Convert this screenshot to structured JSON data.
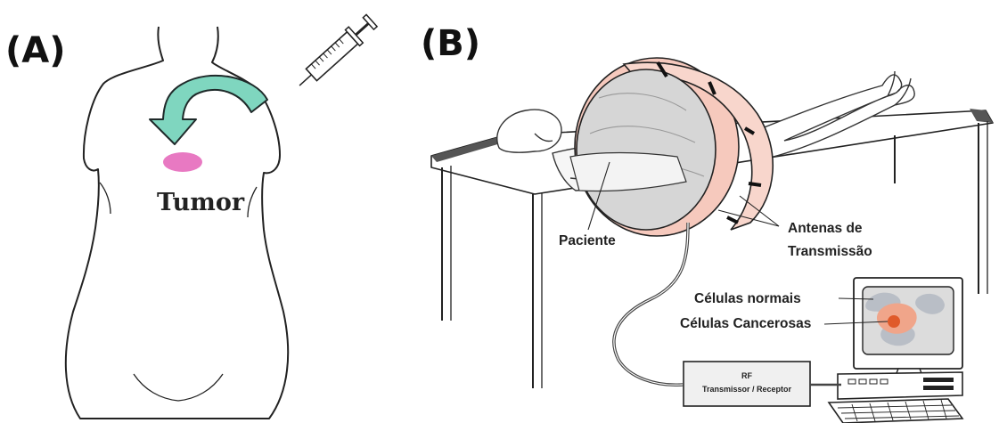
{
  "panel_a": {
    "label": "(A)",
    "tumor_label": "Tumor"
  },
  "panel_b": {
    "label": "(B)",
    "patient_label": "Paciente",
    "antenna_label_line1": "Antenas de",
    "antenna_label_line2": "Transmissão",
    "normal_cells_label": "Células normais",
    "cancer_cells_label": "Células Cancerosas",
    "rf_box_line1": "RF",
    "rf_box_line2": "Transmissor / Receptor"
  },
  "colors": {
    "arrow": "#7fd6bf",
    "tumor": "#e879c2",
    "ring": "#f6c9bd",
    "ring_edge": "#d89c8c",
    "cancer_cell": "#e05a2a",
    "normal_cell": "#b9bec6",
    "screen": "#dcdcdc"
  }
}
